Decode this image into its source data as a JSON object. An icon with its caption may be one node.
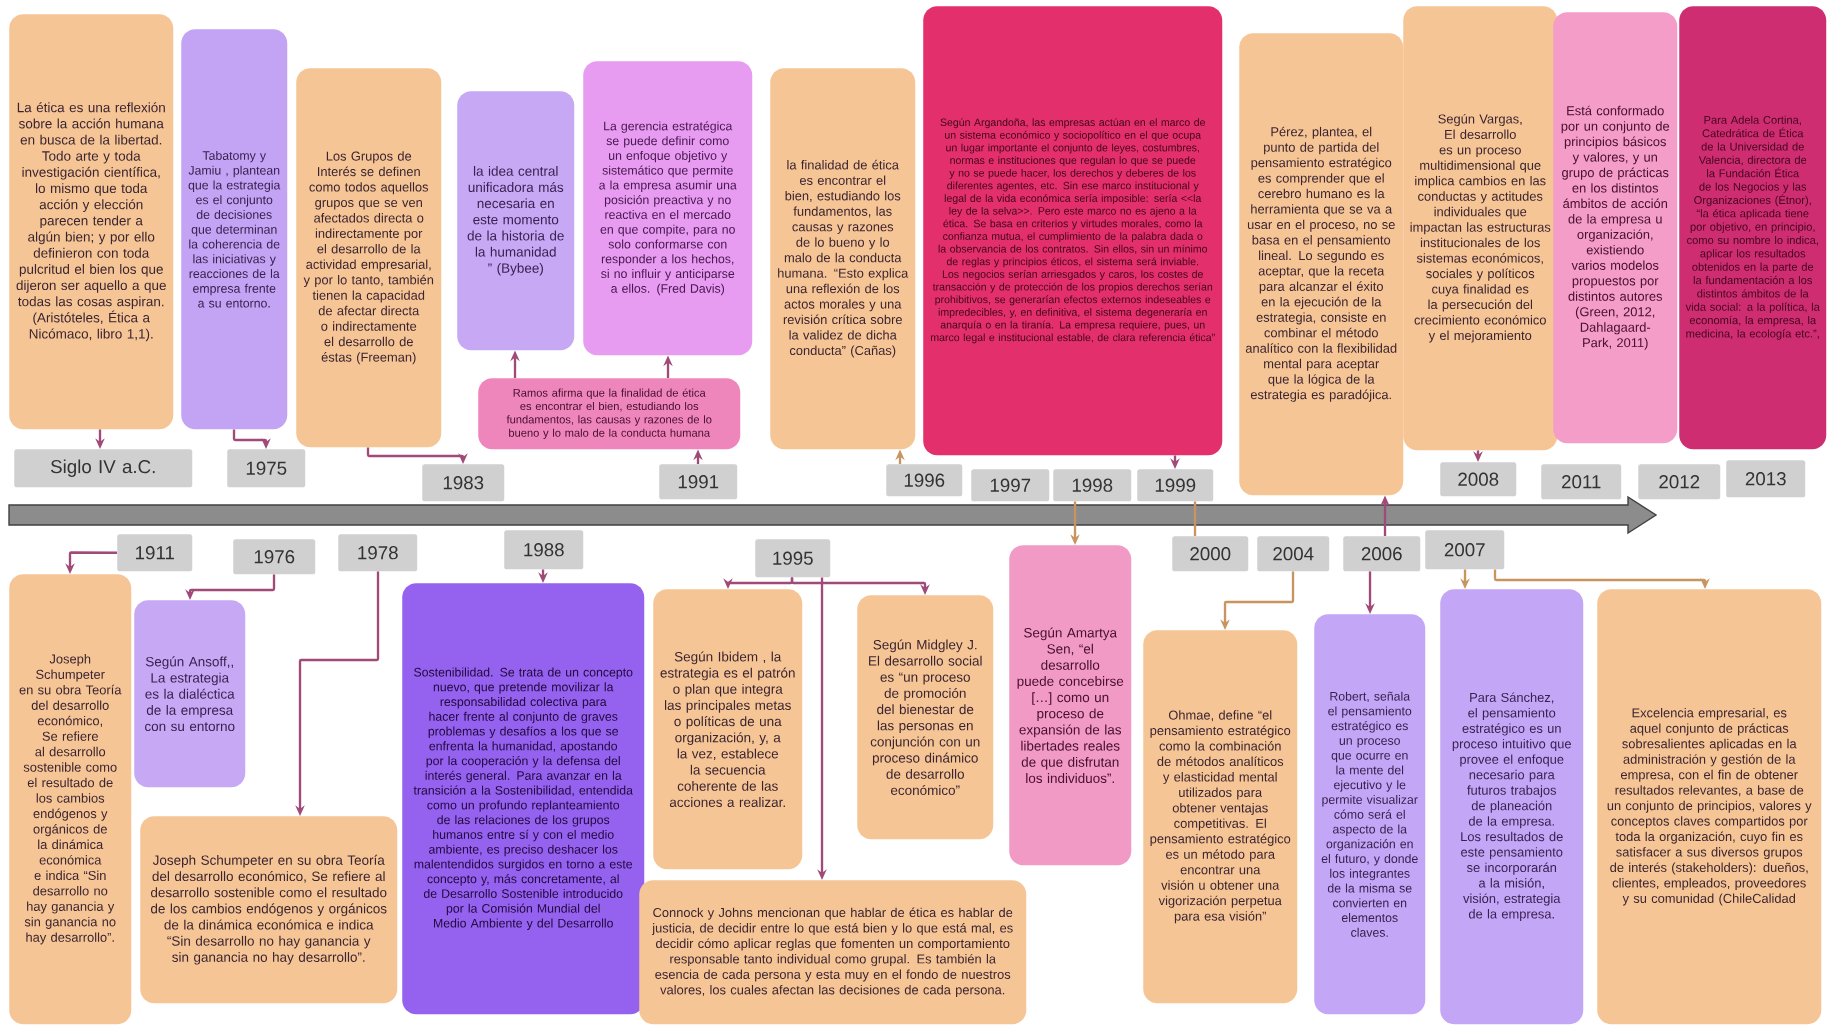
{
  "diagram": {
    "nodes": [
      {
        "text": [
          "La ética es una reflexión sobre la acción humana en busca de la libertad. Todo arte y toda investigación científica, lo mismo que toda acción y elección parecen tender a algún bien; y por ello definieron con toda pulcritud el bien los que dijeron ser aquello a que todas las cosas aspiran. (Aristóteles, Ética a Nicómaco, libro 1,1)."
        ]
      },
      {
        "text": [
          "Tabatomy y Jamiu , plantean que la estrategia es el conjunto de decisiones que determinan la coherencia de las iniciativas y reacciones de la empresa frente a su entorno."
        ]
      },
      {
        "text": [
          "Los Grupos de Interés se definen como todos aquellos grupos que se ven afectados directa o indirectamente por el desarrollo de la actividad empresarial, y por lo tanto, también tienen la capacidad de afectar directa o indirectamente el desarrollo de éstas (Freeman)"
        ]
      },
      {
        "text": [
          "la idea central unificadora más necesaria en este momento de la historia de la humanidad ” (Bybee)"
        ]
      },
      {
        "text": [
          "La gerencia estratégica se puede definir como un enfoque objetivo y sistemático que permite a la empresa asumir una posición preactiva y no reactiva en el mercado en que compite, para no solo conformarse con responder a los hechos, si no influir y anticiparse a ellos. (Fred Davis)"
        ]
      },
      {
        "text": [
          "Ramos afirma que la finalidad de ética es encontrar el bien, estudiando los fundamentos, las causas y razones de lo bueno y lo malo de la conducta humana"
        ]
      },
      {
        "text": [
          "la finalidad de ética es encontrar el bien, estudiando los fundamentos, las causas y razones de lo bueno y lo malo de la conducta humana. “Esto explica una reflexión de los actos morales y una revisión crítica sobre la validez de dicha conducta” (Cañas)"
        ]
      },
      {
        "text": [
          "Según Argandoña, las empresas actúan en el marco de un sistema económico y sociopolítico en el que ocupa un lugar importante el conjunto de leyes, costumbres, normas e instituciones que regulan lo que se puede y no se puede hacer, los derechos y deberes de los diferentes agentes, etc. Sin ese marco institucional y legal de la vida económica sería imposible: sería <<la ley de la selva>>. Pero este marco no es ajeno a la ética. Se basa en criterios y virtudes morales, como la confianza mutua, el cumplimiento de la palabra dada o la observancia de los contratos. Sin ellos, sin un mínimo de reglas y principios éticos, el sistema será inviable. Los negocios serían arriesgados y caros, los costes de transacción y de protección de los propios derechos serían prohibitivos, se generarían efectos externos indeseables e impredecibles, y, en definitiva, el sistema degeneraría en anarquía o en la tiranía. La empresa requiere, pues, un marco legal e institucional estable, de clara referencia ética”"
        ]
      },
      {
        "text": [
          "Pérez, plantea, el punto de partida del pensamiento estratégico es comprender que el cerebro humano es la herramienta que se va a usar en el proceso, no se basa en el pensamiento lineal. Lo segundo es aceptar, que la receta para alcanzar el éxito en la ejecución de la estrategia, consiste en combinar el método analítico con la flexibilidad mental para aceptar que la lógica de la estrategia es paradójica."
        ]
      },
      {
        "text": [
          "Según Vargas, El desarrollo es un proceso multidimensional que implica cambios en las conductas y actitudes individuales que impactan las estructuras institucionales de los sistemas económicos, sociales y políticos cuya finalidad es la persecución del crecimiento económico y el mejoramiento"
        ]
      },
      {
        "text": [
          "Está conformado por un conjunto de principios básicos y valores, y un grupo de prácticas en los distintos ámbitos de acción de la empresa u organización, existiendo varios modelos propuestos por distintos autores (Green, 2012, Dahlagaard-Park, 2011)"
        ]
      },
      {
        "text": [
          "Para Adela Cortina, Catedrática de Ética de la Universidad de Valencia, directora de la Fundación Ética de los Negocios y las Organizaciones (Étnor), “la ética aplicada tiene por objetivo, en principio, como su nombre lo indica, aplicar los resultados obtenidos en la parte de la fundamentación a los distintos ámbitos de la vida social: a la política, la economía, la empresa, la medicina, la ecología etc.”,"
        ]
      },
      {
        "text": [
          "Siglo IV a.C."
        ]
      },
      {
        "text": [
          "1975"
        ]
      },
      {
        "text": [
          "1983"
        ]
      },
      {
        "text": [
          "1991"
        ]
      },
      {
        "text": [
          "1996"
        ]
      },
      {
        "text": [
          "1997"
        ]
      },
      {
        "text": [
          "1998"
        ]
      },
      {
        "text": [
          "1999"
        ]
      },
      {
        "text": [
          "2008"
        ]
      },
      {
        "text": [
          "2011"
        ]
      },
      {
        "text": [
          "2012"
        ]
      },
      {
        "text": [
          "2013"
        ]
      },
      {
        "text": [
          "1911"
        ]
      },
      {
        "text": [
          "1976"
        ]
      },
      {
        "text": [
          "1978"
        ]
      },
      {
        "text": [
          "1988"
        ]
      },
      {
        "text": [
          "1995"
        ]
      },
      {
        "text": [
          "2000"
        ]
      },
      {
        "text": [
          "2004"
        ]
      },
      {
        "text": [
          "2006"
        ]
      },
      {
        "text": [
          "2007"
        ]
      },
      {
        "text": [
          "Joseph Schumpeter en su obra Teoría del desarrollo económico, Se refiere al desarrollo sostenible como el resultado de los cambios endógenos y orgánicos de la dinámica económica e indica “Sin desarrollo no hay ganancia y sin ganancia no hay desarrollo”."
        ]
      },
      {
        "text": [
          "Según Ansoff,, La estrategia es la dialéctica de la empresa con su entorno"
        ]
      },
      {
        "text": [
          "Joseph Schumpeter en su obra Teoría del desarrollo económico, Se refiere al desarrollo sostenible como el resultado de los cambios endógenos y orgánicos de la dinámica económica e indica “Sin desarrollo no hay ganancia y sin ganancia no hay desarrollo”."
        ]
      },
      {
        "text": [
          "Sostenibilidad. Se trata de un concepto nuevo, que pretende movilizar la responsabilidad colectiva para hacer frente al conjunto de graves problemas y desafíos a los que se enfrenta la humanidad, apostando por la cooperación y la defensa del interés general. Para avanzar en la transición a la Sostenibilidad, entendida como un profundo replanteamiento de las relaciones de los grupos humanos entre sí y con el medio ambiente, es preciso deshacer los malentendidos surgidos en torno a este concepto y, más concretamente, al de Desarrollo Sostenible introducido por la Comisión Mundial del Medio Ambiente y del Desarrollo"
        ]
      },
      {
        "text": [
          "Según Ibidem , la estrategia es el patrón o plan que integra las principales metas o políticas de una organización, y, a la vez, establece la secuencia coherente de las acciones a realizar."
        ]
      },
      {
        "text": [
          "Según Midgley J. El desarrollo social es “un proceso de promoción del bienestar de las personas en conjunción con un proceso dinámico de desarrollo económico”"
        ]
      },
      {
        "text": [
          "Connock y Johns mencionan que hablar de ética es hablar de justicia, de decidir entre lo que está bien y lo que está mal, es decidir cómo aplicar reglas que fomenten un comportamiento responsable tanto individual como grupal. Es también la esencia de cada persona y esta muy en el fondo de nuestros valores, los cuales afectan las decisiones de cada persona."
        ]
      },
      {
        "text": [
          "Según Amartya Sen, “el desarrollo puede concebirse […] como un proceso de expansión de las libertades reales de que disfrutan los individuos”."
        ]
      },
      {
        "text": [
          "Ohmae, define “el pensamiento estratégico como la combinación de métodos analíticos y elasticidad mental utilizados para obtener ventajas competitivas. El pensamiento estratégico es un método para encontrar una visión u obtener una vigorización perpetua para esa visión”"
        ]
      },
      {
        "text": [
          "Robert, señala el pensamiento estratégico es un proceso que ocurre en la mente del ejecutivo y le permite visualizar cómo será el aspecto de la organización en el futuro, y donde los integrantes de la misma se convierten en elementos claves."
        ]
      },
      {
        "text": [
          "Para Sánchez, el pensamiento estratégico es un proceso intuitivo que provee el enfoque necesario para futuros trabajos de planeación de la empresa. Los resultados de este pensamiento se incorporarán a la misión, visión, estrategia de la empresa."
        ]
      },
      {
        "text": [
          "Excelencia empresarial, es aquel conjunto de prácticas sobresalientes aplicadas en la administración y gestión de la empresa, con el fin de obtener resultados relevantes, a base de un conjunto de principios, valores y conceptos claves compartidos por toda la organización, cuyo fin es satisfacer a sus diversos grupos de interés (stakeholders): dueños, clientes, empleados, proveedores y su comunidad (ChileCalidad"
        ]
      }
    ],
    "edges": [
      {
        "from": 0,
        "to": 12,
        "arrow": "to"
      },
      {
        "from": 1,
        "to": 13,
        "arrow": "to"
      },
      {
        "from": 2,
        "to": 14,
        "arrow": "to"
      },
      {
        "from": 15,
        "to": 5,
        "arrow": "to"
      },
      {
        "from": 5,
        "to": 4,
        "arrow": "to"
      },
      {
        "from": 5,
        "to": 3,
        "arrow": "to"
      },
      {
        "from": 16,
        "to": 6,
        "arrow": "to",
        "color": "#c89560"
      },
      {
        "from": 7,
        "to": 19,
        "arrow": "to"
      },
      {
        "from": 18,
        "to": 40,
        "arrow": "to",
        "color": "#c89560"
      },
      {
        "from": 19,
        "to": 29,
        "arrow": "none",
        "color": "#c89560"
      },
      {
        "from": 9,
        "to": 20,
        "arrow": "to"
      },
      {
        "from": 30,
        "to": 41,
        "arrow": "to",
        "color": "#c89560"
      },
      {
        "from": 31,
        "to": 8,
        "arrow": "to"
      },
      {
        "from": 31,
        "to": 42,
        "arrow": "to"
      },
      {
        "from": 32,
        "to": 43,
        "arrow": "to",
        "color": "#c89560"
      },
      {
        "from": 32,
        "to": 44,
        "arrow": "to",
        "color": "#c89560"
      },
      {
        "from": 24,
        "to": 33,
        "arrow": "to"
      },
      {
        "from": 25,
        "to": 34,
        "arrow": "to"
      },
      {
        "from": 26,
        "to": 35,
        "arrow": "to"
      },
      {
        "from": 27,
        "to": 36,
        "arrow": "to"
      },
      {
        "from": 28,
        "to": 37,
        "arrow": "to"
      },
      {
        "from": 28,
        "to": 38,
        "arrow": "to"
      },
      {
        "from": 28,
        "to": 39,
        "arrow": "to"
      }
    ]
  }
}
